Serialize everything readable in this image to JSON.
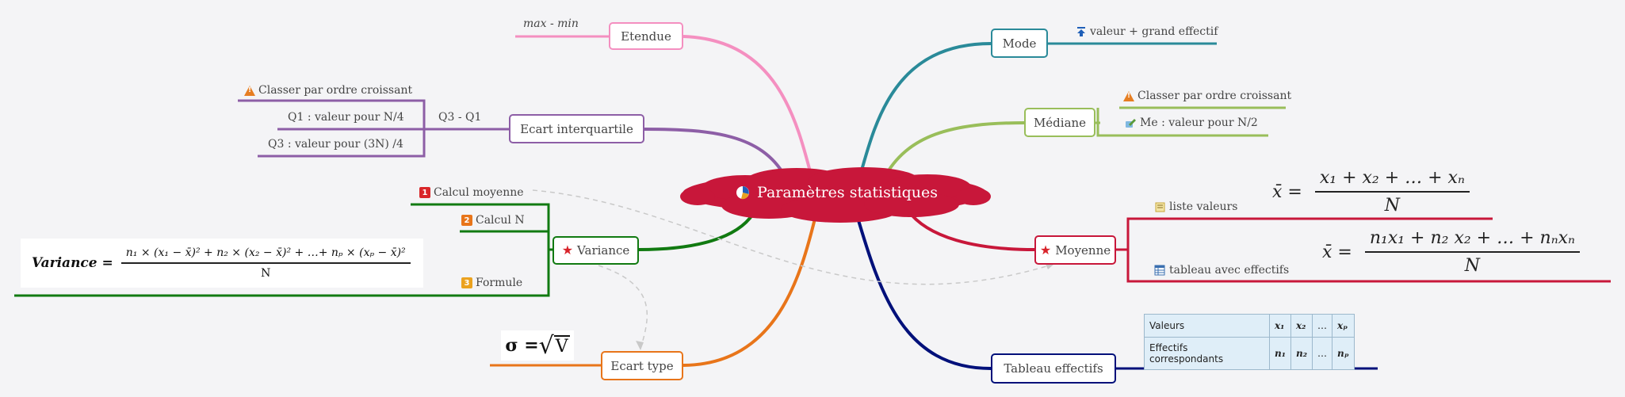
{
  "center": {
    "title": "Paramètres statistiques",
    "icon": "pie-chart-icon",
    "color": "#c8173a"
  },
  "colors": {
    "etendue": "#f48fc0",
    "ecart_iq": "#8d5ea6",
    "variance": "#117a11",
    "ecart_type": "#e8751a",
    "mode": "#2a8a99",
    "mediane": "#99be5a",
    "moyenne": "#c8173a",
    "tableau": "#00107a"
  },
  "etendue": {
    "label": "Etendue",
    "formula": "max - min"
  },
  "ecart_interquartile": {
    "label": "Ecart interquartile",
    "subtitle": "Q3 - Q1",
    "hint": "Classer par ordre croissant",
    "q1": "Q1 : valeur pour N/4",
    "q3": "Q3 : valeur pour (3N) /4"
  },
  "variance": {
    "label": "Variance",
    "step1": {
      "num": "1",
      "text": "Calcul moyenne",
      "color": "#d9262a"
    },
    "step2": {
      "num": "2",
      "text": "Calcul N",
      "color": "#e8751a"
    },
    "step3": {
      "num": "3",
      "text": "Formule",
      "color": "#eba21f"
    },
    "formula_label": "Variance =",
    "formula_num": "n₁ × (x₁ − x̄)² + n₂ × (x₂ − x̄)² + …+ nₚ × (xₚ − x̄)²",
    "formula_den": "N"
  },
  "ecart_type": {
    "label": "Ecart type",
    "formula_lhs": "σ =",
    "formula_rad": "V"
  },
  "mode": {
    "label": "Mode",
    "text": "valeur + grand effectif"
  },
  "mediane": {
    "label": "Médiane",
    "hint": "Classer par ordre croissant",
    "me": "Me : valeur pour N/2"
  },
  "moyenne": {
    "label": "Moyenne",
    "liste_label": "liste valeurs",
    "tableau_label": "tableau avec effectifs",
    "f1_lhs": "x̄ =",
    "f1_num": "x₁ +  x₂ +  … +  xₙ",
    "f1_den": "N",
    "f2_lhs": "x̄ =",
    "f2_num": "n₁x₁ + n₂ x₂ +  … +  nₙxₙ",
    "f2_den": "N"
  },
  "tableau": {
    "label": "Tableau effectifs",
    "row1": [
      "Valeurs",
      "x₁",
      "x₂",
      "…",
      "xₚ"
    ],
    "row2": [
      "Effectifs correspondants",
      "n₁",
      "n₂",
      "…",
      "nₚ"
    ]
  }
}
